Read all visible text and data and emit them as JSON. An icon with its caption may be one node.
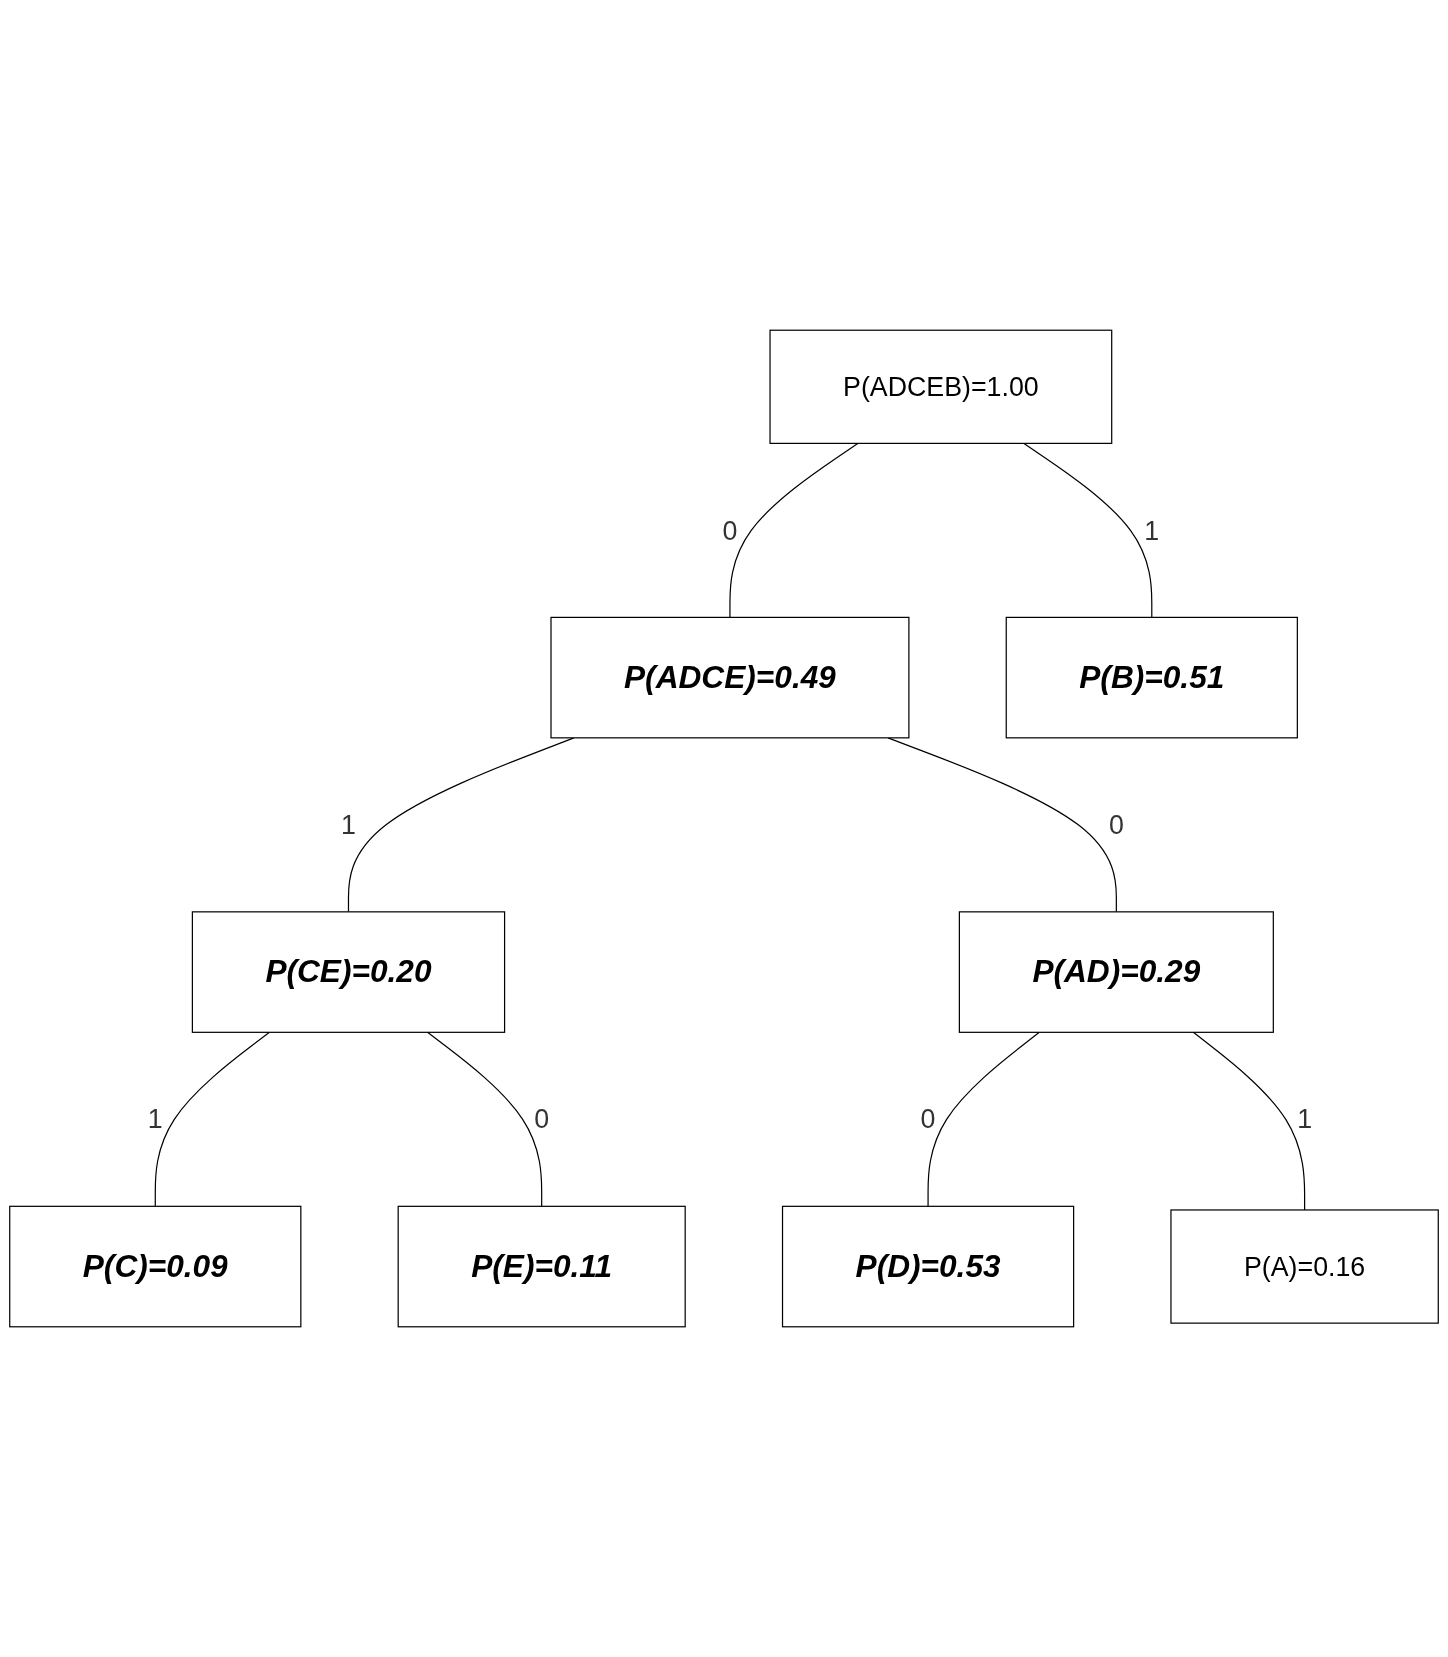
{
  "diagram": {
    "nodes": [
      {
        "text": [
          "P(ADCEB)=1.00"
        ]
      },
      {
        "text": [
          "P(ADCE)=0.49"
        ]
      },
      {
        "text": [
          "P(B)=0.51"
        ]
      },
      {
        "text": [
          "P(CE)=0.20"
        ]
      },
      {
        "text": [
          "P(AD)=0.29"
        ]
      },
      {
        "text": [
          "P(C)=0.09"
        ]
      },
      {
        "text": [
          "P(E)=0.11"
        ]
      },
      {
        "text": [
          "P(D)=0.53"
        ]
      },
      {
        "text": [
          "P(A)=0.16"
        ]
      }
    ],
    "edges": [
      {
        "from": 0,
        "to": 1,
        "arrow": "none",
        "label": "0"
      },
      {
        "from": 0,
        "to": 2,
        "arrow": "none",
        "label": "1"
      },
      {
        "from": 1,
        "to": 3,
        "arrow": "none",
        "label": "1"
      },
      {
        "from": 1,
        "to": 4,
        "arrow": "none",
        "label": "0"
      },
      {
        "from": 3,
        "to": 5,
        "arrow": "none",
        "label": "1"
      },
      {
        "from": 3,
        "to": 6,
        "arrow": "none",
        "label": "0"
      },
      {
        "from": 4,
        "to": 7,
        "arrow": "none",
        "label": "0"
      },
      {
        "from": 4,
        "to": 8,
        "arrow": "none",
        "label": "1"
      }
    ]
  }
}
